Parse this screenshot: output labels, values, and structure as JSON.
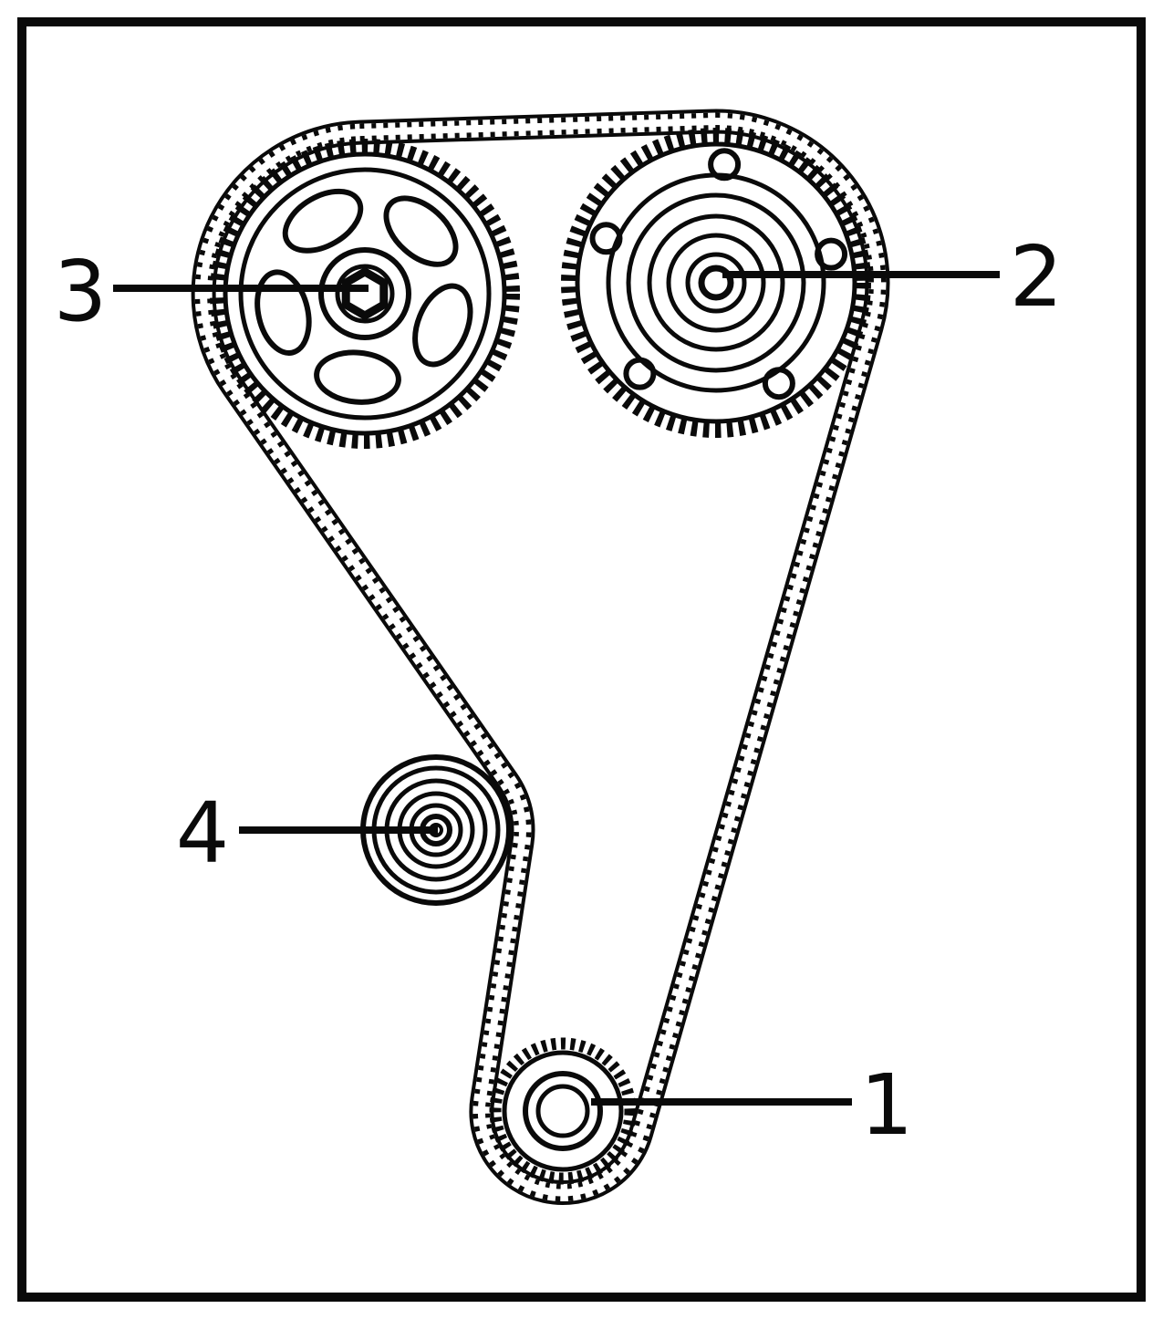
{
  "diagram": {
    "type": "timing-belt-routing",
    "ink_color": "#0a0a0a",
    "background_color": "#ffffff",
    "callouts": [
      {
        "label": "1",
        "part": "crankshaft-sprocket"
      },
      {
        "label": "2",
        "part": "camshaft-sprocket-right"
      },
      {
        "label": "3",
        "part": "camshaft-sprocket-left"
      },
      {
        "label": "4",
        "part": "tensioner-pulley"
      }
    ]
  }
}
